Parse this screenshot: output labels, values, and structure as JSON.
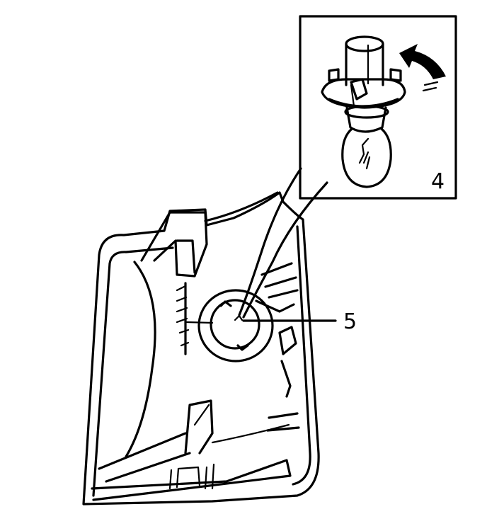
{
  "callouts": [
    {
      "id": "bulb-and-socket",
      "label": "4"
    },
    {
      "id": "socket-opening",
      "label": "5"
    }
  ],
  "colors": {
    "ink": "#000000",
    "paper": "#ffffff"
  },
  "icons": [
    "rotation-arrow-icon"
  ]
}
